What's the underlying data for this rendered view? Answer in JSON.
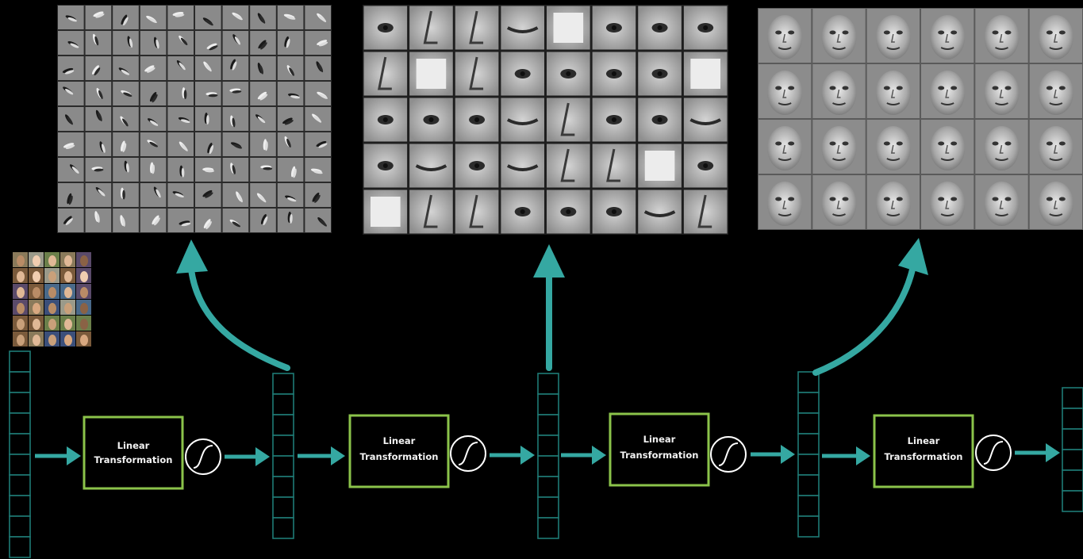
{
  "diagram": {
    "colors": {
      "background": "#000000",
      "box_border": "#8bc34a",
      "arrow": "#35a8a2",
      "vector_cell": "#1f7a75",
      "activation_ring": "#ffffff"
    },
    "blocks": [
      {
        "label_line1": "Linear",
        "label_line2": "Transformation",
        "activation_icon": "sigmoid-icon"
      },
      {
        "label_line1": "Linear",
        "label_line2": "Transformation",
        "activation_icon": "sigmoid-icon"
      },
      {
        "label_line1": "Linear",
        "label_line2": "Transformation",
        "activation_icon": "sigmoid-icon"
      },
      {
        "label_line1": "Linear",
        "label_line2": "Transformation",
        "activation_icon": "sigmoid-icon"
      }
    ],
    "feature_panels": [
      {
        "name": "edge-filters",
        "rows": 9,
        "cols": 10
      },
      {
        "name": "facial-part-filters",
        "rows": 5,
        "cols": 8
      },
      {
        "name": "face-filters",
        "rows": 4,
        "cols": 6
      }
    ],
    "input_thumbnails": {
      "rows": 6,
      "cols": 5
    }
  }
}
